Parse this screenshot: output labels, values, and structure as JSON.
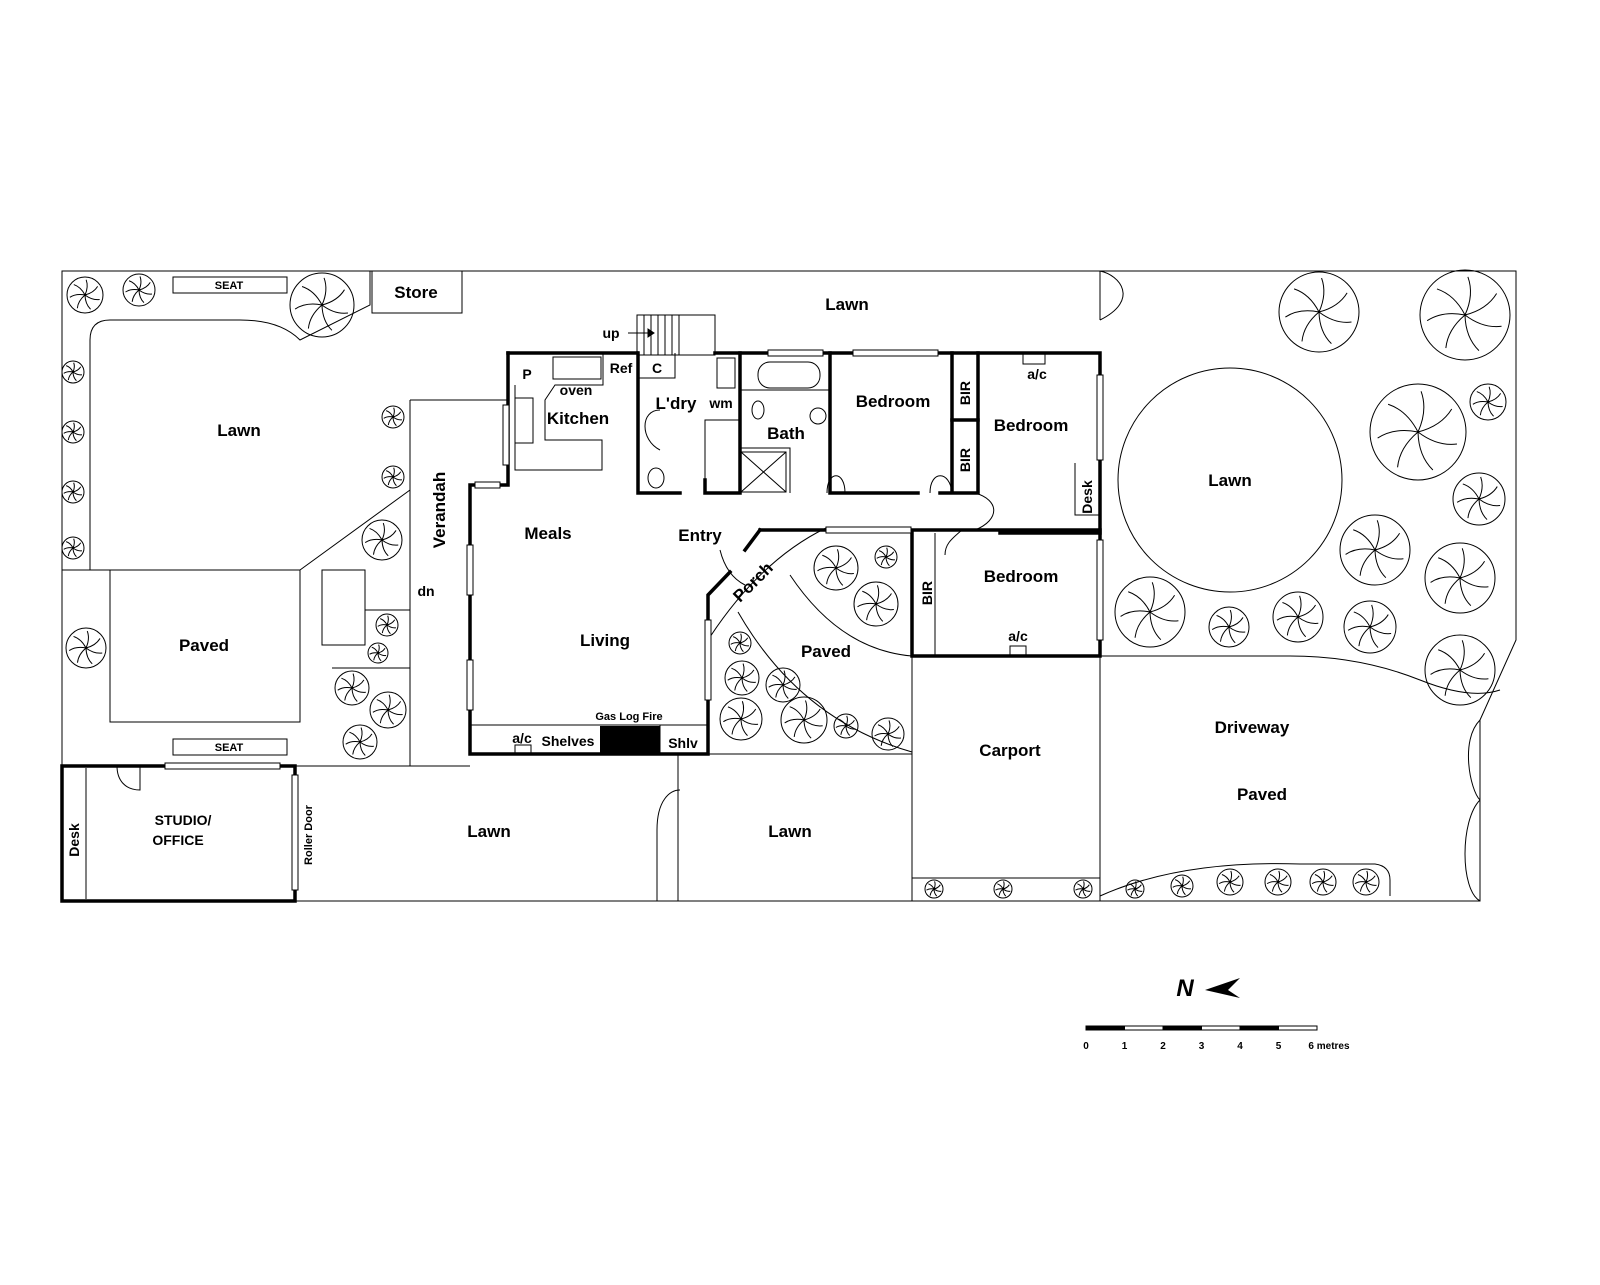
{
  "plan": {
    "rooms": {
      "store": "Store",
      "seat_top": "SEAT",
      "seat_bottom": "SEAT",
      "lawn_top_left": "Lawn",
      "paved_left": "Paved",
      "verandah": "Verandah",
      "dn": "dn",
      "up": "up",
      "lawn_top": "Lawn",
      "pantry": "P",
      "oven": "oven",
      "ref": "Ref",
      "kitchen": "Kitchen",
      "cupboard": "C",
      "laundry": "L'dry",
      "wm": "wm",
      "bath": "Bath",
      "bedroom1": "Bedroom",
      "bir1": "BIR",
      "bir2": "BIR",
      "bedroom2": "Bedroom",
      "ac_bed2": "a/c",
      "desk_bed2": "Desk",
      "meals": "Meals",
      "entry": "Entry",
      "porch": "Porch",
      "living": "Living",
      "gas_log_fire": "Gas Log Fire",
      "ac_living": "a/c",
      "shelves": "Shelves",
      "shlv": "Shlv",
      "paved_centre": "Paved",
      "bir3": "BIR",
      "bedroom3": "Bedroom",
      "ac_bed3": "a/c",
      "lawn_right": "Lawn",
      "carport": "Carport",
      "driveway": "Driveway",
      "paved_driveway": "Paved",
      "studio": "STUDIO/",
      "office": "OFFICE",
      "desk_studio": "Desk",
      "roller_door": "Roller Door",
      "lawn_bottom_left": "Lawn",
      "lawn_bottom_mid": "Lawn"
    },
    "north": "N",
    "scale": {
      "ticks": [
        "0",
        "1",
        "2",
        "3",
        "4",
        "5",
        "6 metres"
      ]
    }
  }
}
